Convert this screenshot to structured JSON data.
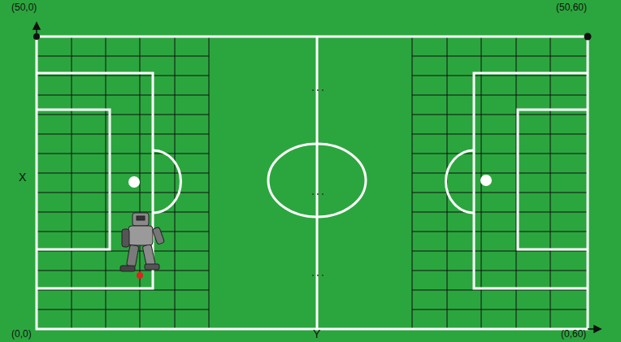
{
  "diagram": {
    "labels": [
      "(50,0)",
      "(50,60)",
      "X",
      "(0,0)",
      "Y",
      "(0,60)"
    ]
  }
}
